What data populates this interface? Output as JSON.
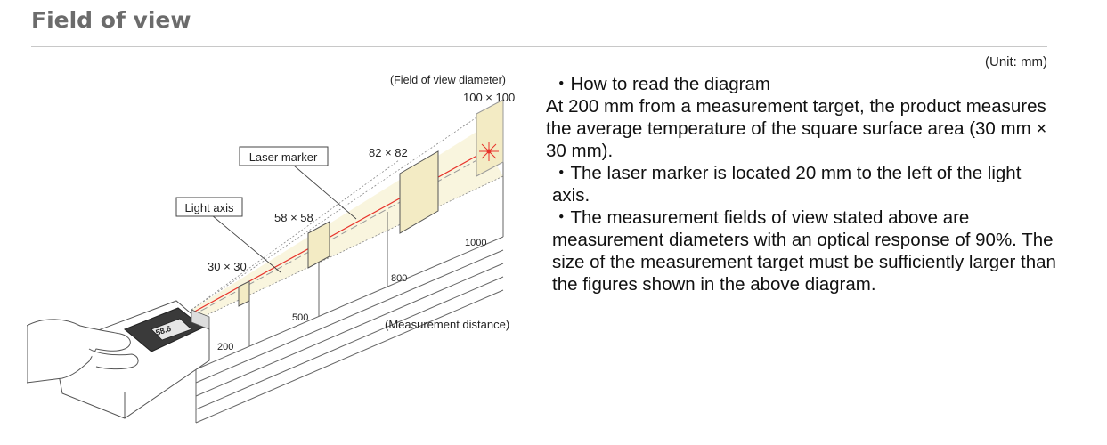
{
  "header": {
    "title": "Field of view",
    "unit_note": "(Unit: mm)"
  },
  "diagram": {
    "fov_heading": "(Field of view diameter)",
    "distance_heading": "(Measurement distance)",
    "laser_label": "Laser marker",
    "axis_label": "Light axis",
    "fov_sizes": [
      "30 × 30",
      "58 × 58",
      "82 × 82",
      "100 × 100"
    ],
    "distances": [
      "200",
      "500",
      "800",
      "1000"
    ],
    "colors": {
      "laser": "#e8332b",
      "cone": "#f7f2d2",
      "square": "#f3ebc4",
      "outline": "#555555"
    },
    "icons": [
      "hand-icon",
      "thermometer-device-icon",
      "laser-spot-icon"
    ]
  },
  "description": {
    "heading": "・How to read the diagram",
    "line1": "At 200 mm from a measurement target, the product measures the average temperature of the square surface area (30 mm × 30 mm).",
    "bullet2": "・The laser marker is located 20 mm to the left of the light axis.",
    "bullet3": "・The measurement fields of view stated above are measurement diameters with an optical response of 90%. The size of the measurement target must be sufficiently larger than the figures shown in the above diagram."
  }
}
